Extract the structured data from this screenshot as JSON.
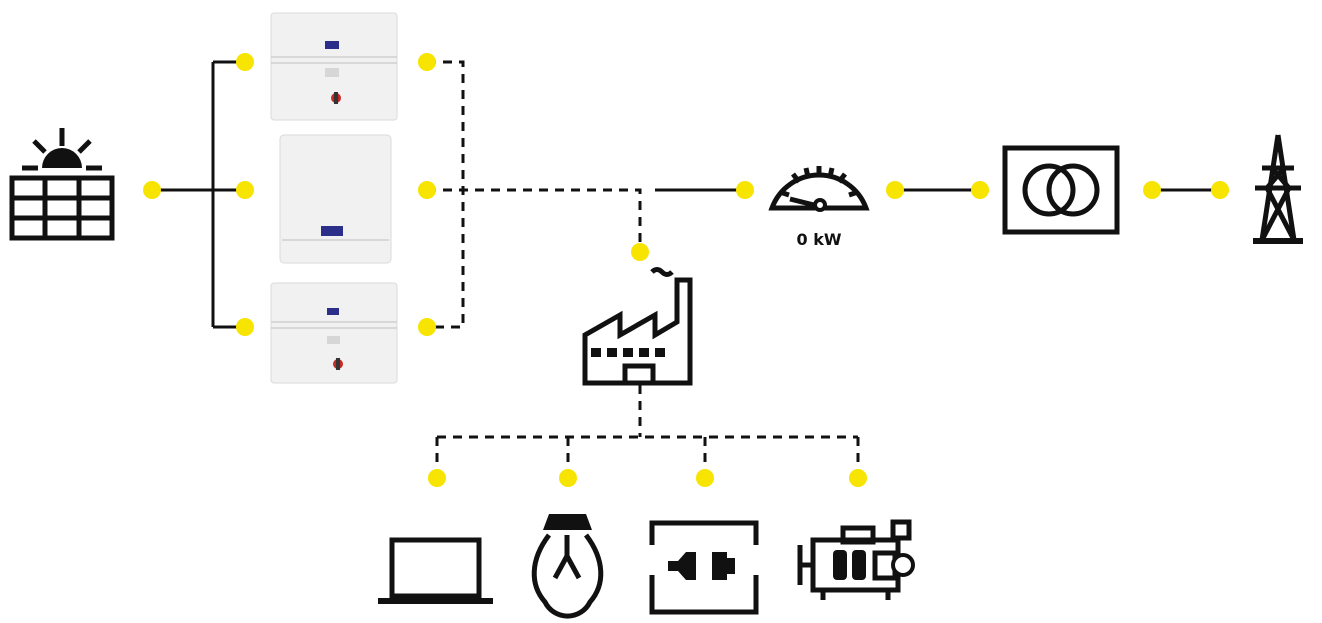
{
  "meter": {
    "power_readout": "0 kW"
  },
  "colors": {
    "node": "#f7e400",
    "line": "#111111",
    "inverter_logo": "#2b2f8a"
  },
  "components": {
    "source": "solar-panel-icon",
    "inverters": [
      "inverter-top",
      "battery-storage-unit",
      "inverter-bottom"
    ],
    "meter": "power-meter-icon",
    "transformer": "transformer-icon",
    "grid": "power-pylon-icon",
    "site": "factory-icon",
    "loads": [
      "laptop-icon",
      "light-bulb-icon",
      "plug-socket-icon",
      "engine-generator-icon"
    ]
  }
}
